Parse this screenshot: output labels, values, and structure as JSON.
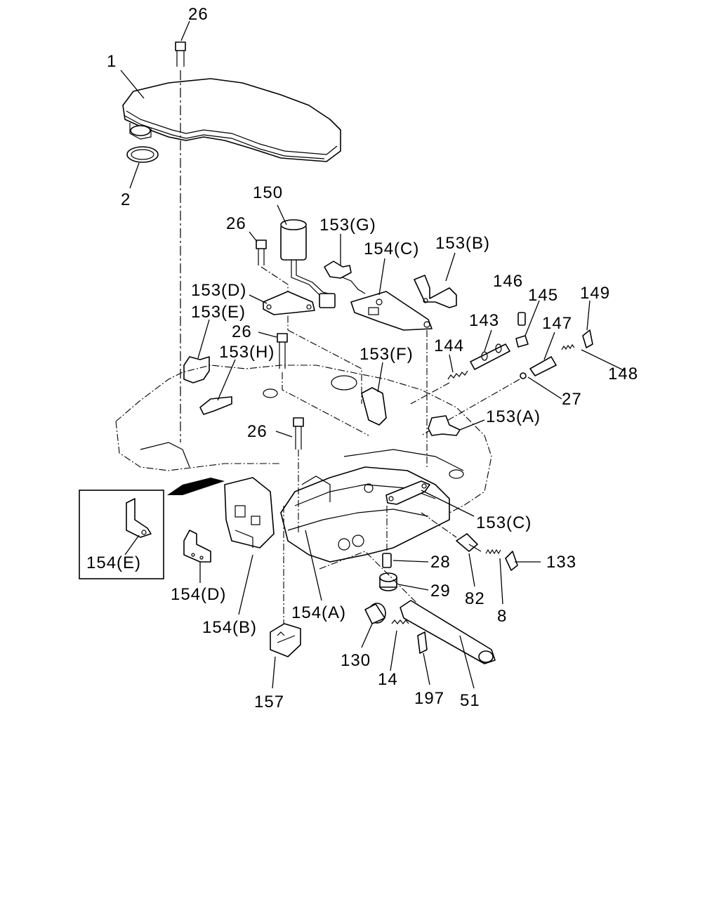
{
  "callouts": [
    {
      "id": "c26a",
      "text": "26"
    },
    {
      "id": "c1",
      "text": "1"
    },
    {
      "id": "c2",
      "text": "2"
    },
    {
      "id": "c150",
      "text": "150"
    },
    {
      "id": "c26b",
      "text": "26"
    },
    {
      "id": "c153g",
      "text": "153(G)"
    },
    {
      "id": "c154c",
      "text": "154(C)"
    },
    {
      "id": "c153b",
      "text": "153(B)"
    },
    {
      "id": "c153d",
      "text": "153(D)"
    },
    {
      "id": "c153e",
      "text": "153(E)"
    },
    {
      "id": "c26c",
      "text": "26"
    },
    {
      "id": "c153h",
      "text": "153(H)"
    },
    {
      "id": "c146",
      "text": "146"
    },
    {
      "id": "c145",
      "text": "145"
    },
    {
      "id": "c149",
      "text": "149"
    },
    {
      "id": "c143",
      "text": "143"
    },
    {
      "id": "c147",
      "text": "147"
    },
    {
      "id": "c144",
      "text": "144"
    },
    {
      "id": "c153f",
      "text": "153(F)"
    },
    {
      "id": "c148",
      "text": "148"
    },
    {
      "id": "c27",
      "text": "27"
    },
    {
      "id": "c153a",
      "text": "153(A)"
    },
    {
      "id": "c26d",
      "text": "26"
    },
    {
      "id": "c153c",
      "text": "153(C)"
    },
    {
      "id": "c133",
      "text": "133"
    },
    {
      "id": "c28",
      "text": "28"
    },
    {
      "id": "c154e",
      "text": "154(E)"
    },
    {
      "id": "c29",
      "text": "29"
    },
    {
      "id": "c82",
      "text": "82"
    },
    {
      "id": "c8",
      "text": "8"
    },
    {
      "id": "c154d",
      "text": "154(D)"
    },
    {
      "id": "c154a",
      "text": "154(A)"
    },
    {
      "id": "c154b",
      "text": "154(B)"
    },
    {
      "id": "c130",
      "text": "130"
    },
    {
      "id": "c14",
      "text": "14"
    },
    {
      "id": "c197",
      "text": "197"
    },
    {
      "id": "c51",
      "text": "51"
    },
    {
      "id": "c157",
      "text": "157"
    }
  ]
}
